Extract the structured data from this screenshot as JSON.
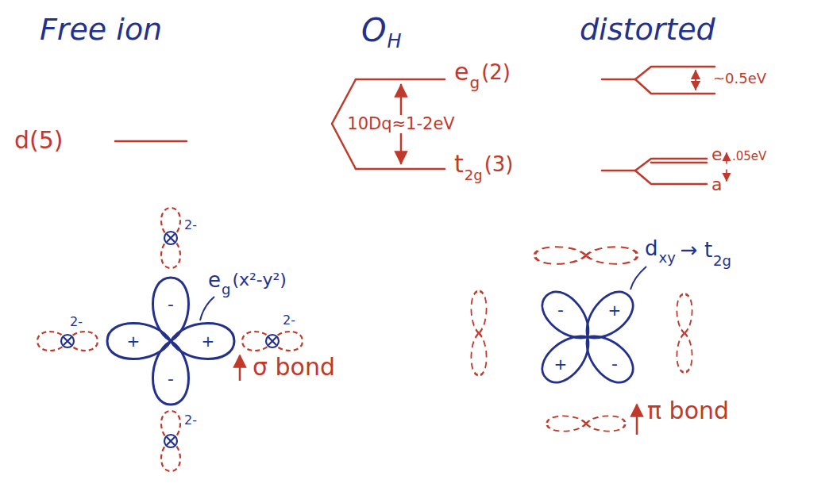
{
  "diagram": {
    "labels": [
      "Free ion",
      "O",
      "H",
      "distorted",
      "d(5)",
      "e",
      "g",
      "(2)",
      "10Dq≈1-2eV",
      "t",
      "2g",
      "(3)",
      "~0.5eV",
      "e",
      ".05eV",
      "a",
      "e",
      "g",
      "(x²-y²)",
      "σ bond",
      "d",
      "xy",
      "→ t",
      "2g",
      "π bond",
      "2-",
      "2-",
      "2-",
      "2-",
      "+",
      "+",
      "-",
      "-",
      "-",
      "+",
      "+",
      "-"
    ]
  }
}
